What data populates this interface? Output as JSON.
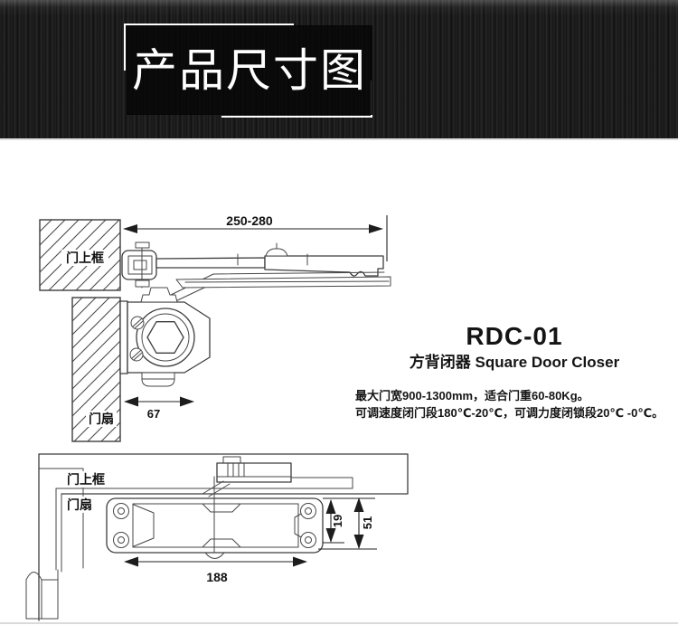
{
  "header": {
    "title": "产品尺寸图"
  },
  "product": {
    "model": "RDC-01",
    "name": "方背闭器  Square Door Closer",
    "specs": [
      "最大门宽900-1300mm，适合门重60-80Kg。",
      "可调速度闭门段180℃-20℃，可调力度闭锁段20℃ -0℃。"
    ]
  },
  "side_view": {
    "label_top_frame": "门上框",
    "label_door_leaf": "门扇",
    "dim_arm_range": "250-280",
    "dim_body_offset": "67"
  },
  "plan_view": {
    "label_top_frame": "门上框",
    "label_door_leaf": "门扇",
    "dim_body_length": "188",
    "dim_hole_spacing": "19",
    "dim_body_width": "51"
  },
  "colors": {
    "header_bg": "#1c1c1c",
    "banner_bg": "#0a0a0a",
    "title_text": "#ffffff",
    "drawing_line": "#3d3d3d"
  }
}
